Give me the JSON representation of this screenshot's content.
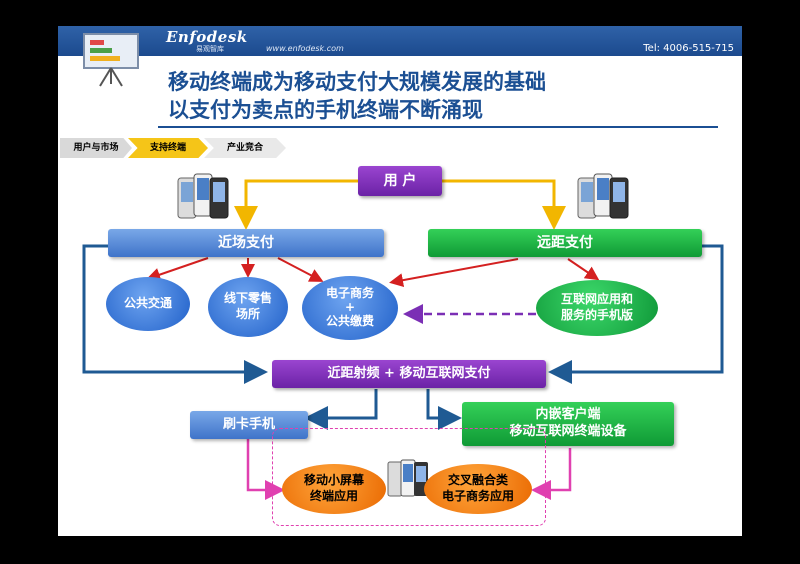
{
  "header": {
    "brand": "Enfodesk",
    "brand_sub": "易观智库",
    "website": "www.enfodesk.com",
    "tel": "Tel: 4006-515-715"
  },
  "title": {
    "line1": "移动终端成为移动支付大规模发展的基础",
    "line2": "以支付为卖点的手机终端不断涌现"
  },
  "tabs": [
    "用户与市场",
    "支持终端",
    "产业竞合"
  ],
  "active_tab": "支持终端",
  "diagram": {
    "user": "用 户",
    "near_pay": "近场支付",
    "remote_pay": "远距支付",
    "public_transport": "公共交通",
    "offline_retail": "线下零售\n场所",
    "ecommerce_bills": "电子商务\n+\n公共缴费",
    "internet_mobile": "互联网应用和\n服务的手机版",
    "rf_internet": "近距射频 + 移动互联网支付",
    "card_phone": "刷卡手机",
    "embedded_client": "内嵌客户端\n移动互联网终端设备",
    "small_screen_app": "移动小屏幕\n终端应用",
    "cross_ecommerce": "交叉融合类\n电子商务应用"
  },
  "colors": {
    "title": "#1b4f93",
    "header_bar": "#1c4a8e",
    "arrow_blue": "#1f5a93",
    "arrow_yellow": "#f2b600",
    "arrow_red": "#d42020",
    "arrow_purple": "#7b2fb5",
    "arrow_magenta": "#e040b0"
  }
}
